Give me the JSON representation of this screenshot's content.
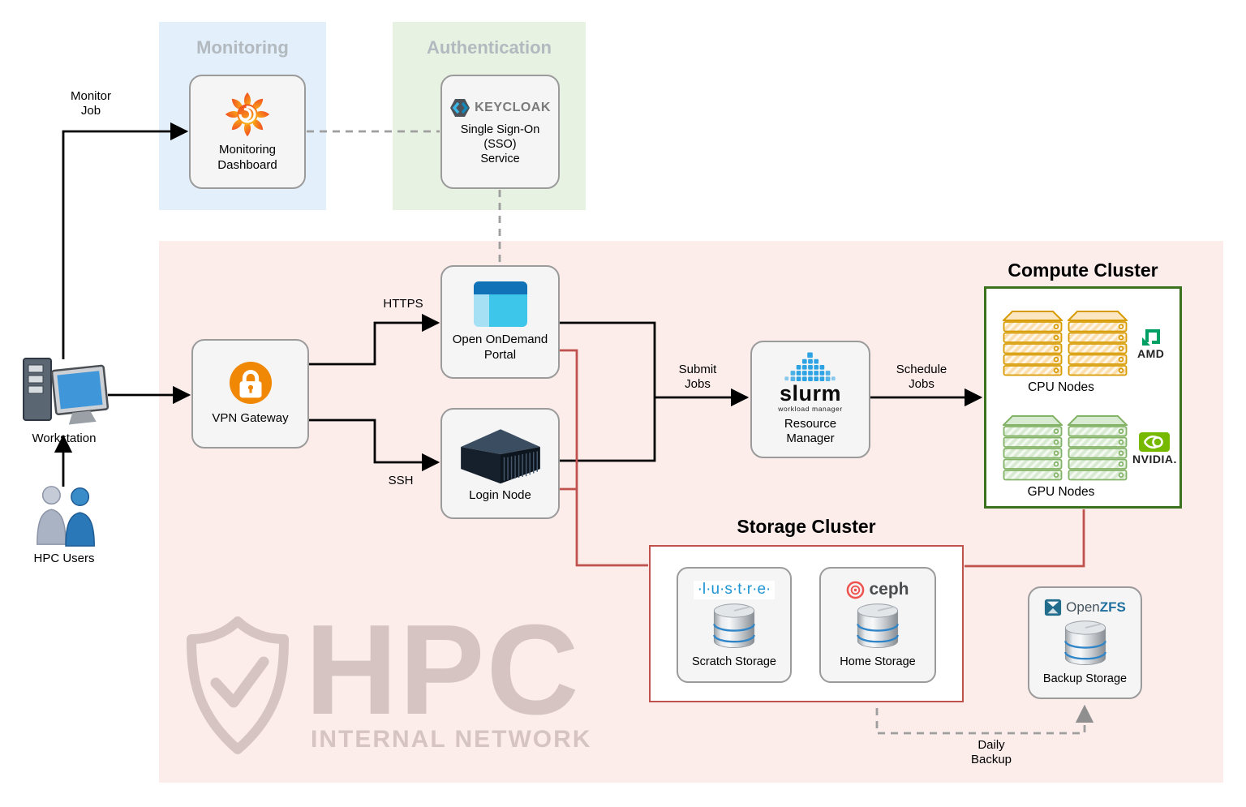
{
  "colors": {
    "bg-pink": "#fcecea",
    "bg-blue": "#e3effb",
    "bg-green": "#e8f2e3",
    "node-fill": "#f5f5f5",
    "node-border": "#9b9b9b",
    "accent-red": "#c0524e",
    "compute-green": "#3c721d",
    "grafana-orange": "#f2691c",
    "keycloak-blue": "#3cb6e6",
    "lock-orange": "#f08705",
    "slurm-blue": "#2ea3e3",
    "lustre-blue": "#1d93d2",
    "ceph-red": "#ef5350",
    "nvidia-green": "#76b900",
    "amd-green": "#00a065",
    "openzfs-blue": "#236d8c",
    "watermark-gray": "rgba(150,132,128,0.38)"
  },
  "sections": {
    "monitoring": {
      "title": "Monitoring"
    },
    "authentication": {
      "title": "Authentication"
    }
  },
  "clusters": {
    "compute": {
      "title": "Compute Cluster",
      "cpu_label": "CPU Nodes",
      "gpu_label": "GPU Nodes",
      "amd_text": "AMD",
      "nvidia_text": "NVIDIA."
    },
    "storage": {
      "title": "Storage Cluster"
    }
  },
  "nodes": {
    "monitoring_dashboard": {
      "label": "Monitoring\nDashboard"
    },
    "sso": {
      "logo_text": "KEYCLOAK",
      "label": "Single Sign-On\n(SSO)\nService"
    },
    "workstation": {
      "label": "Workstation"
    },
    "hpc_users": {
      "label": "HPC Users"
    },
    "vpn_gateway": {
      "label": "VPN Gateway"
    },
    "ondemand_portal": {
      "label": "Open OnDemand\nPortal"
    },
    "login_node": {
      "label": "Login Node"
    },
    "slurm": {
      "logo_text": "slurm",
      "logo_sub": "workload manager",
      "label": "Resource\nManager"
    },
    "scratch_storage": {
      "logo_text": "·l·u·s·t·r·e·",
      "label": "Scratch Storage"
    },
    "home_storage": {
      "logo_text": "ceph",
      "label": "Home Storage"
    },
    "backup_storage": {
      "logo_open": "Open",
      "logo_zfs": "ZFS",
      "label": "Backup Storage"
    }
  },
  "edges": {
    "monitor_job": "Monitor\nJob",
    "https": "HTTPS",
    "ssh": "SSH",
    "submit_jobs": "Submit\nJobs",
    "schedule_jobs": "Schedule\nJobs",
    "daily_backup": "Daily\nBackup"
  },
  "watermark": {
    "title": "HPC",
    "subtitle": "INTERNAL NETWORK"
  }
}
